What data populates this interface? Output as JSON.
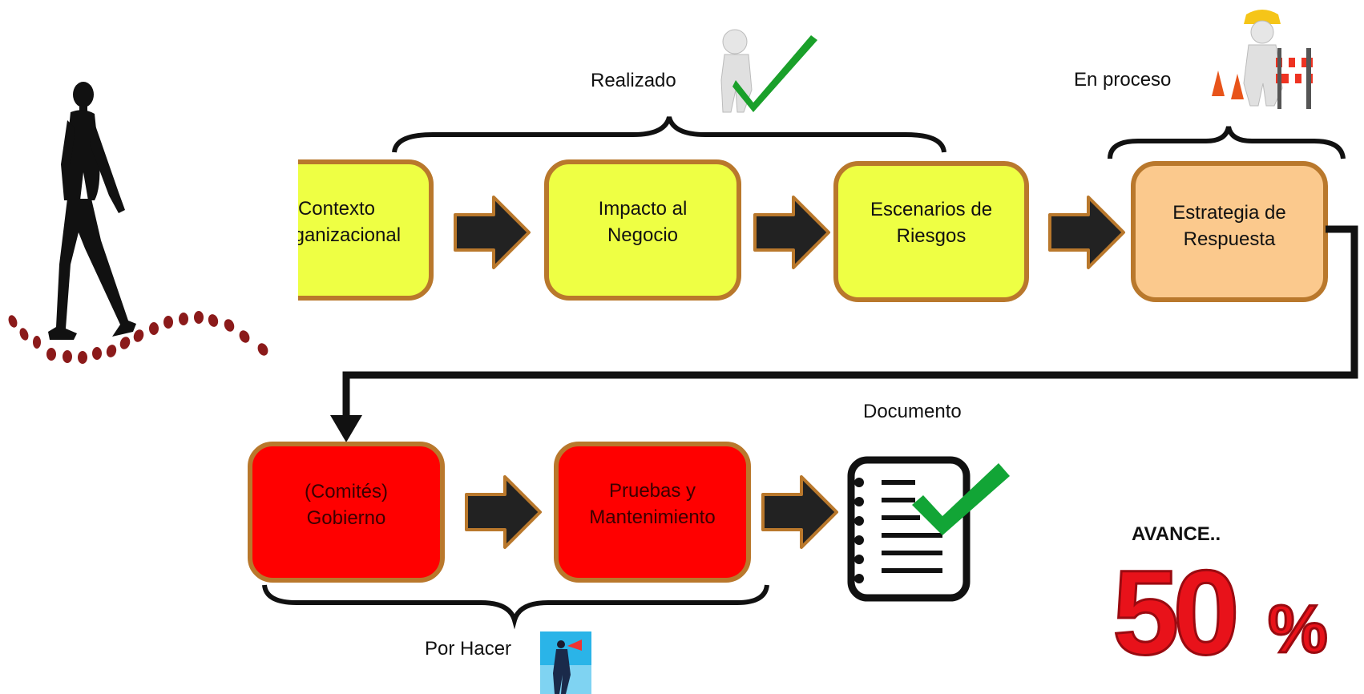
{
  "steps": {
    "s1": {
      "line1": "Contexto",
      "line2": "Organizacional"
    },
    "s2": {
      "line1": "Impacto al",
      "line2": "Negocio"
    },
    "s3": {
      "line1": "Escenarios de",
      "line2": "Riesgos"
    },
    "s4": {
      "line1": "Estrategia de",
      "line2": "Respuesta"
    },
    "s5": {
      "line1": "(Comités)",
      "line2": "Gobierno"
    },
    "s6": {
      "line1": "Pruebas y",
      "line2": "Mantenimiento"
    }
  },
  "groups": {
    "done": "Realizado",
    "in_progress": "En proceso",
    "todo": "Por Hacer"
  },
  "document_label": "Documento",
  "progress": {
    "label": "AVANCE..",
    "number": "50",
    "symbol": "%"
  },
  "colors": {
    "done": "#eeff44",
    "in_progress": "#fbc98d",
    "todo": "#ff0000",
    "border": "#b9782c",
    "arrow": "#222222"
  }
}
